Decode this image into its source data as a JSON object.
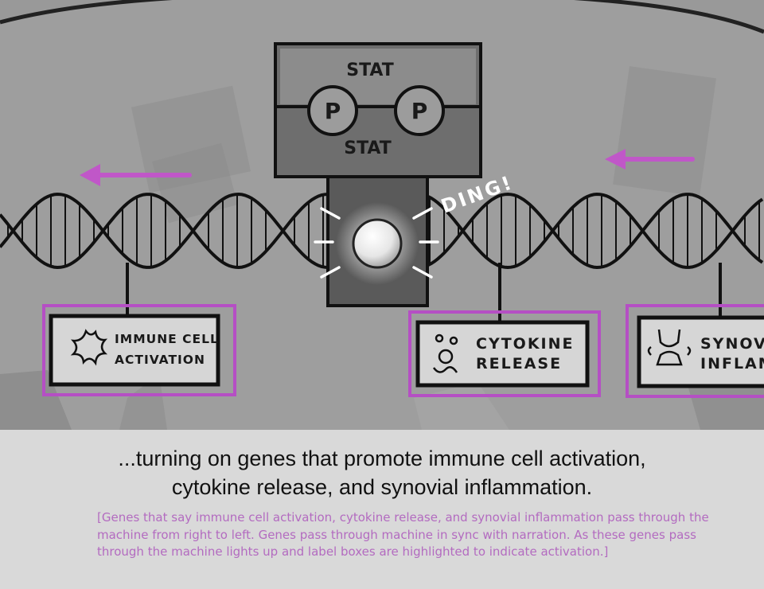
{
  "scene": {
    "stat_top": "STAT",
    "stat_bottom": "STAT",
    "phospho_left": "P",
    "phospho_right": "P",
    "ding": "DING!",
    "gene_labels": [
      {
        "line1": "IMMUNE CELL",
        "line2": "ACTIVATION"
      },
      {
        "line1": "CYTOKINE",
        "line2": "RELEASE"
      },
      {
        "line1": "SYNOVI",
        "line2": "INFLAM"
      }
    ],
    "colors": {
      "highlight": "#b54fc4",
      "arrow": "#c057c8",
      "note": "#b36bc0"
    },
    "icons": [
      "burst-icon",
      "cytokine-dots-icon",
      "joint-icon"
    ]
  },
  "caption": {
    "narration_line1": "...turning on genes that promote immune cell activation,",
    "narration_line2": "cytokine release, and synovial inflammation.",
    "stage_note": "[Genes that say immune cell activation, cytokine release, and synovial inflammation pass through the machine from right to left. Genes pass through machine in sync with narration. As these genes pass through the machine lights up and label boxes are highlighted to indicate activation.]"
  }
}
